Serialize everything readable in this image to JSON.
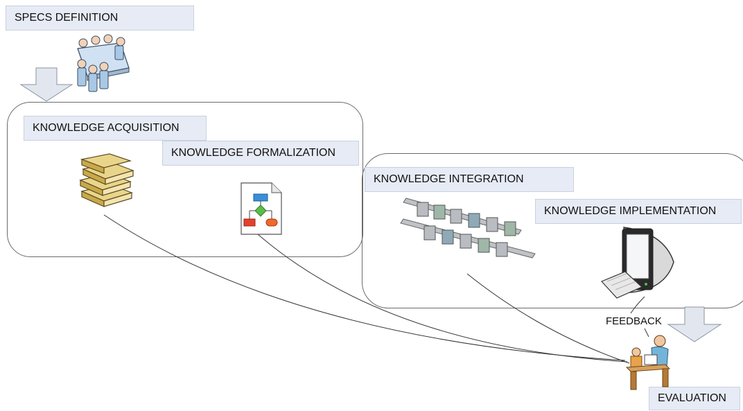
{
  "stages": {
    "specs": "SPECS DEFINITION",
    "acquisition": "KNOWLEDGE ACQUISITION",
    "formalization": "KNOWLEDGE FORMALIZATION",
    "integration": "KNOWLEDGE INTEGRATION",
    "implementation": "KNOWLEDGE IMPLEMENTATION",
    "evaluation": "EVALUATION"
  },
  "feedback": "FEEDBACK",
  "icons": {
    "specs": "meeting-people-icon",
    "acquisition": "books-stack-icon",
    "formalization": "flowchart-document-icon",
    "integration": "assembly-line-icon",
    "implementation": "computer-monitor-icon",
    "evaluation": "person-at-desk-icon"
  },
  "colors": {
    "label_fill": "#e6ebf5",
    "arrow_fill": "#e2e7ef",
    "line": "#333333"
  }
}
